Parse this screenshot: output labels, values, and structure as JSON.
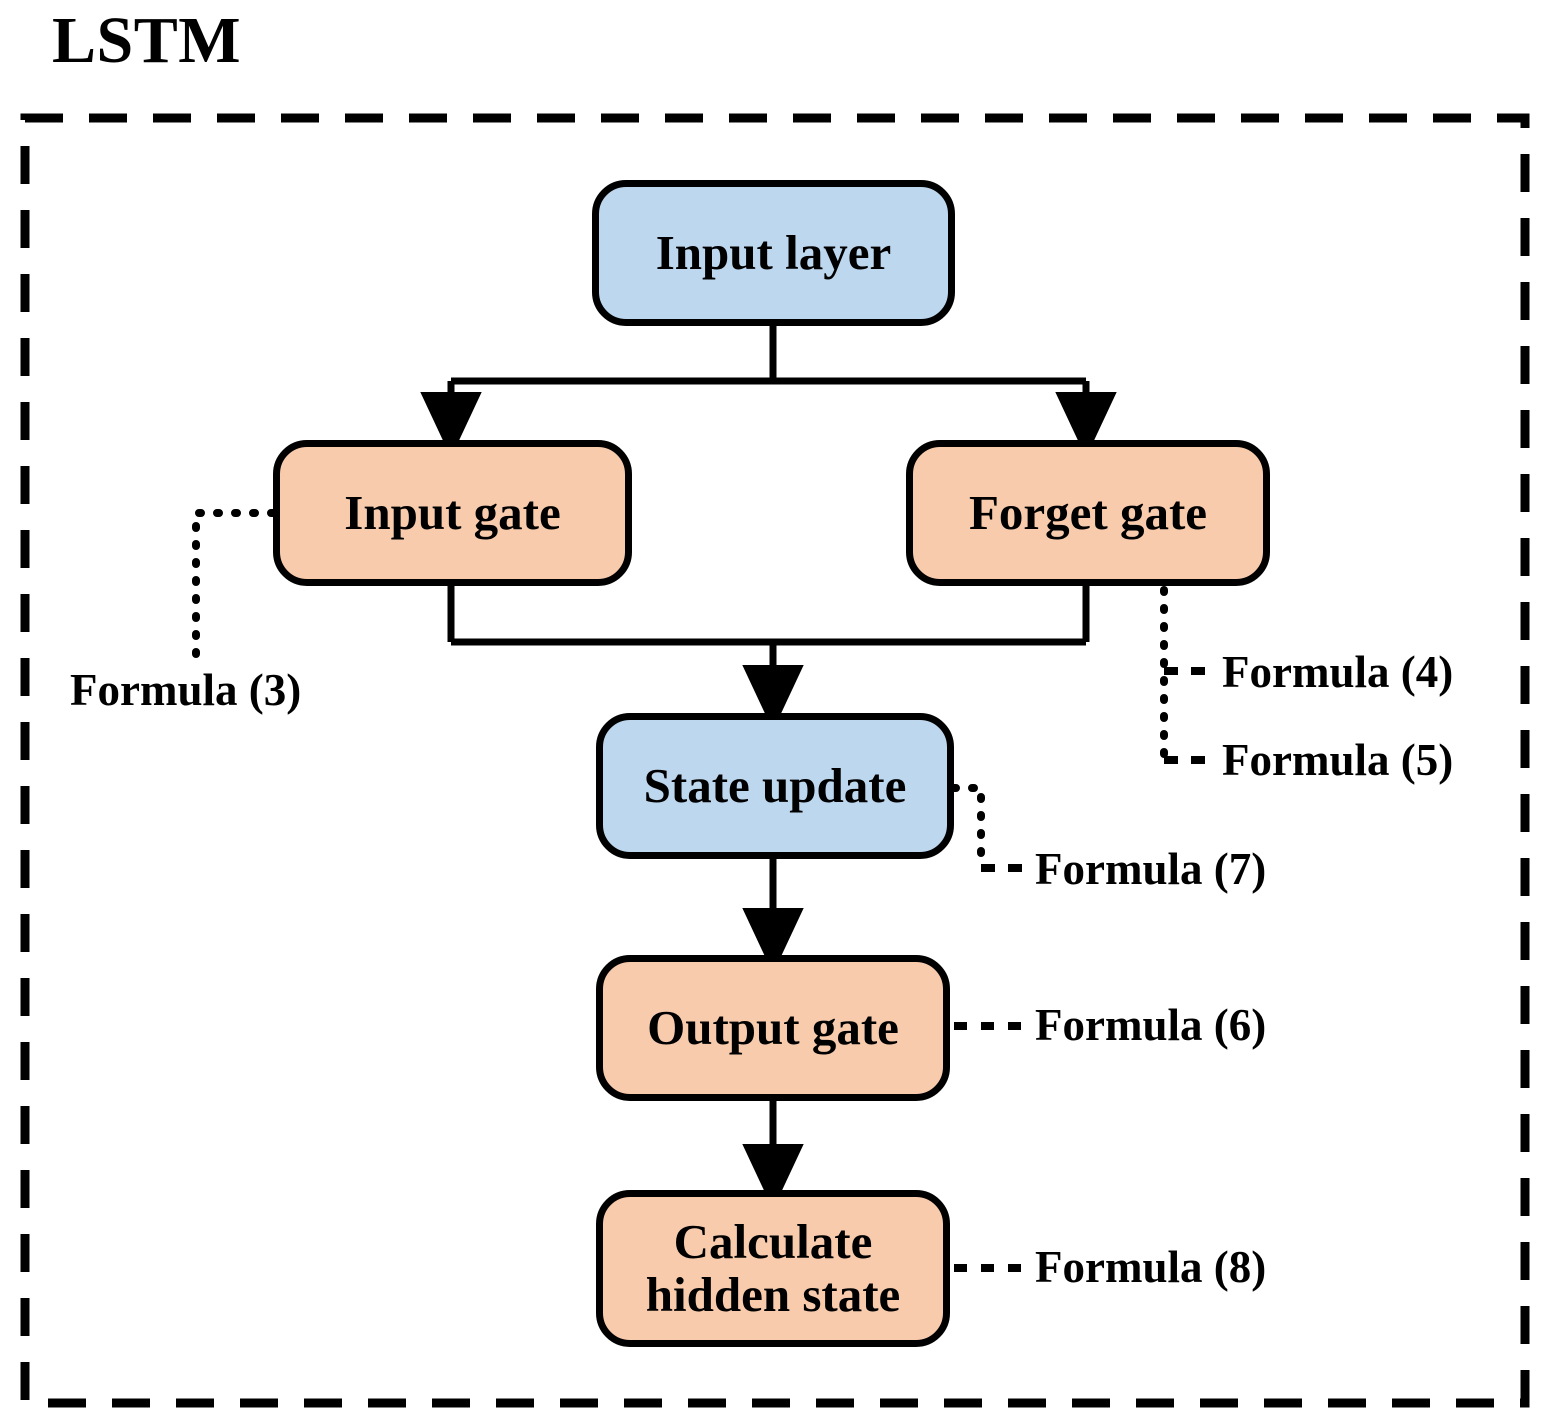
{
  "title": "LSTM",
  "colors": {
    "blue_node": "#bdd7ee",
    "peach_node": "#f8cbad",
    "stroke": "#000000",
    "background": "#ffffff"
  },
  "nodes": {
    "input_layer": "Input layer",
    "input_gate": "Input gate",
    "forget_gate": "Forget gate",
    "state_update": "State update",
    "output_gate": "Output gate",
    "hidden_state_line1": "Calculate",
    "hidden_state_line2": "hidden state"
  },
  "annotations": {
    "formula3": "Formula (3)",
    "formula4": "Formula (4)",
    "formula5": "Formula (5)",
    "formula6": "Formula (6)",
    "formula7": "Formula (7)",
    "formula8": "Formula (8)"
  },
  "chart_data": {
    "type": "diagram",
    "title": "LSTM",
    "diagram_kind": "flowchart",
    "nodes": [
      {
        "id": "input_layer",
        "label": "Input layer",
        "fill": "#bdd7ee",
        "shape": "rounded-rect"
      },
      {
        "id": "input_gate",
        "label": "Input gate",
        "fill": "#f8cbad",
        "shape": "rounded-rect"
      },
      {
        "id": "forget_gate",
        "label": "Forget gate",
        "fill": "#f8cbad",
        "shape": "rounded-rect"
      },
      {
        "id": "state_update",
        "label": "State update",
        "fill": "#bdd7ee",
        "shape": "rounded-rect"
      },
      {
        "id": "output_gate",
        "label": "Output gate",
        "fill": "#f8cbad",
        "shape": "rounded-rect"
      },
      {
        "id": "hidden_state",
        "label": "Calculate hidden state",
        "fill": "#f8cbad",
        "shape": "rounded-rect"
      }
    ],
    "edges": [
      {
        "from": "input_layer",
        "to": "input_gate",
        "style": "solid",
        "arrow": true
      },
      {
        "from": "input_layer",
        "to": "forget_gate",
        "style": "solid",
        "arrow": true
      },
      {
        "from": "input_gate",
        "to": "state_update",
        "style": "solid",
        "arrow": true
      },
      {
        "from": "forget_gate",
        "to": "state_update",
        "style": "solid",
        "arrow": true
      },
      {
        "from": "state_update",
        "to": "output_gate",
        "style": "solid",
        "arrow": true
      },
      {
        "from": "output_gate",
        "to": "hidden_state",
        "style": "solid",
        "arrow": true
      }
    ],
    "callouts": [
      {
        "node": "input_gate",
        "label": "Formula (3)",
        "style": "dotted",
        "side": "left"
      },
      {
        "node": "forget_gate",
        "label": "Formula (4)",
        "style": "dotted",
        "side": "right"
      },
      {
        "node": "forget_gate",
        "label": "Formula (5)",
        "style": "dotted",
        "side": "right"
      },
      {
        "node": "output_gate",
        "label": "Formula (6)",
        "style": "dotted",
        "side": "right"
      },
      {
        "node": "state_update",
        "label": "Formula (7)",
        "style": "dotted",
        "side": "right"
      },
      {
        "node": "hidden_state",
        "label": "Formula (8)",
        "style": "dotted",
        "side": "right"
      }
    ],
    "container": {
      "style": "dashed-border",
      "label": "LSTM"
    }
  }
}
